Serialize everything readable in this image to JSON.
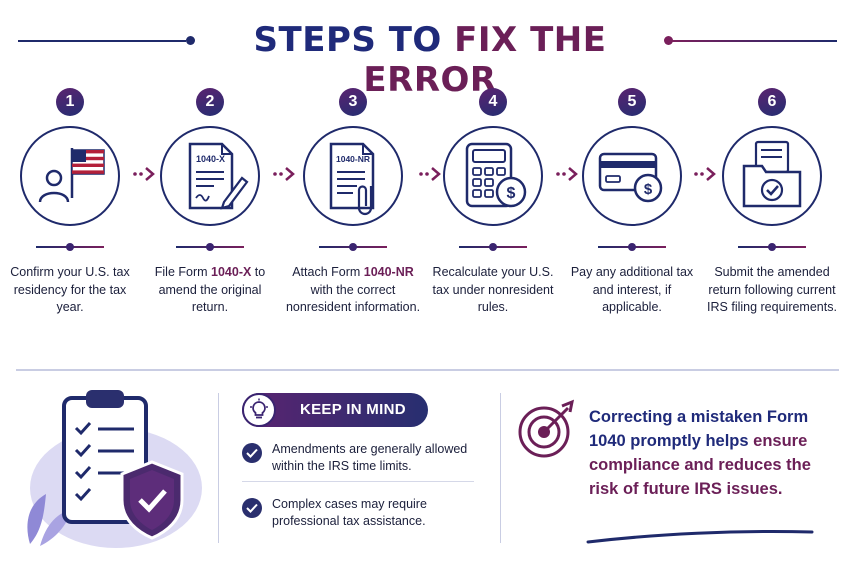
{
  "header": {
    "title_part1": "STEPS TO",
    "title_part2": "FIX THE ERROR"
  },
  "steps": [
    {
      "number": "1",
      "icon": "us-flag-person-icon",
      "text": "Confirm your U.S. tax residency for the tax year."
    },
    {
      "number": "2",
      "icon": "form-1040x-icon",
      "form_label": "1040-X",
      "text_before": "File Form ",
      "highlight": "1040-X",
      "text_after": " to amend the original return."
    },
    {
      "number": "3",
      "icon": "form-1040nr-icon",
      "form_label": "1040-NR",
      "text_before": "Attach Form ",
      "highlight": "1040-NR",
      "text_after": " with the correct nonresident information."
    },
    {
      "number": "4",
      "icon": "calculator-dollar-icon",
      "text": "Recalculate your U.S. tax under nonresident rules."
    },
    {
      "number": "5",
      "icon": "credit-card-dollar-icon",
      "text": "Pay any additional tax and interest, if applicable."
    },
    {
      "number": "6",
      "icon": "folder-check-icon",
      "text": "Submit the amended return following current IRS filing requirements."
    }
  ],
  "keep_in_mind": {
    "label": "KEEP IN MIND",
    "tips": [
      "Amendments are generally allowed within the IRS time limits.",
      "Complex cases may require professional tax assistance."
    ]
  },
  "closing": {
    "part1": "Correcting a mistaken Form 1040 promptly helps",
    "part2": "ensure compliance and reduces the risk of future IRS issues."
  },
  "colors": {
    "navy": "#1f2a7a",
    "plum": "#6b1f57",
    "lavender": "#c9c6ee"
  }
}
